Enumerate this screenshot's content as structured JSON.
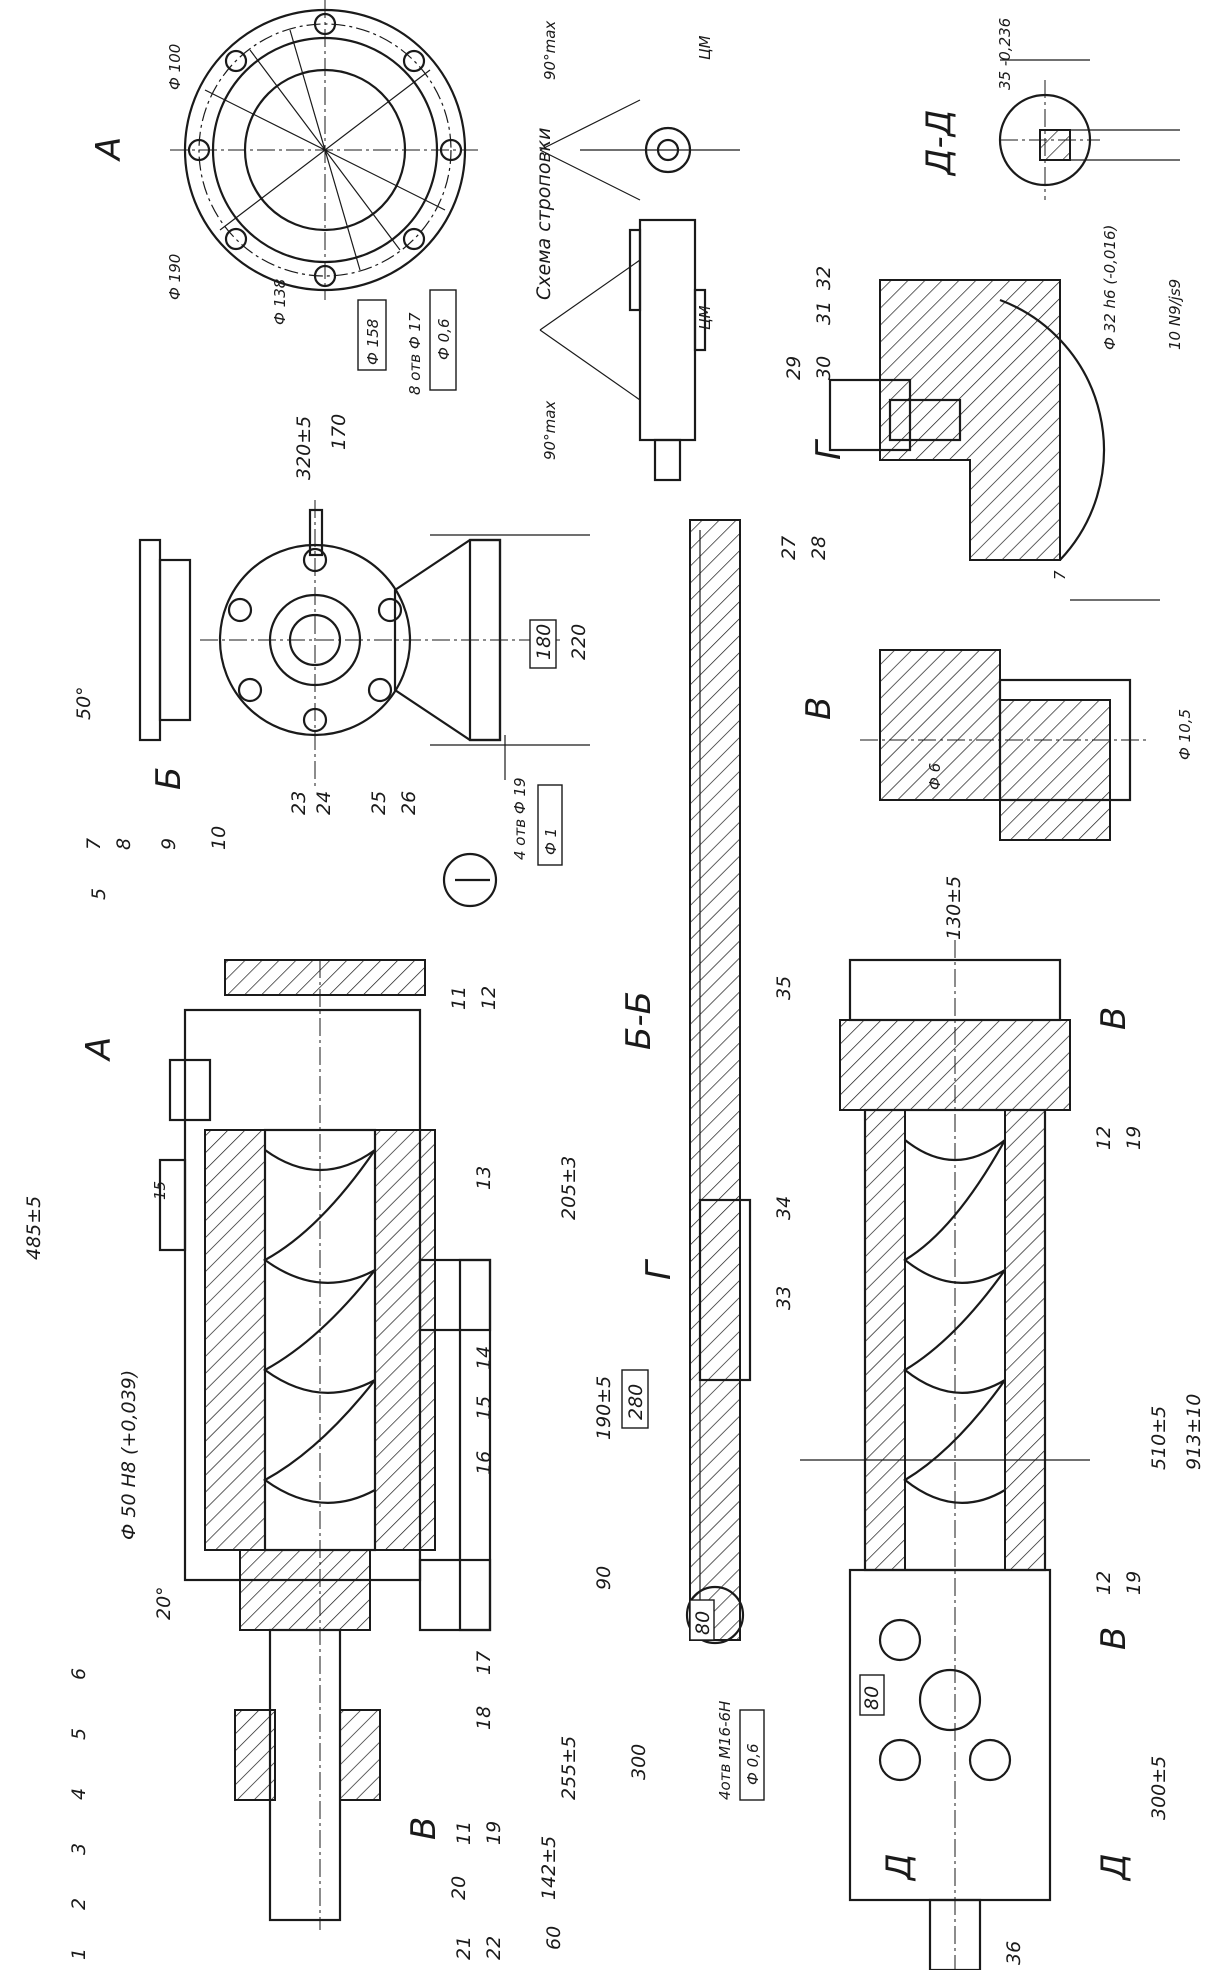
{
  "views": {
    "view_a": "А",
    "section_bb": "Б-Б",
    "section_b_marks": "Б",
    "detail_v": "В",
    "detail_g": "Г",
    "section_dd": "Д-Д",
    "section_d_marks": "Д",
    "sling_scheme": "Схема строповки"
  },
  "sling": {
    "angle_a": "90°max",
    "angle_b": "90°max",
    "cm_a": "ЦМ",
    "cm_b": "ЦМ"
  },
  "flange_dims": {
    "d100": "Ф 100",
    "d190": "Ф 190",
    "d138": "Ф 138",
    "d158": "Ф 158",
    "holes": "8 отв Ф 17",
    "tol": "Ф 0,6"
  },
  "end_view_dims": {
    "d320": "320±5",
    "d170": "170",
    "d180": "180",
    "d220": "220",
    "angle50": "50°",
    "holes19": "4 отв Ф 19",
    "tol19": "Ф 1"
  },
  "key_dims": {
    "d35": "35 -0,236",
    "d32": "Ф 32 h6 (-0,016)",
    "d10": "10 N9/js9"
  },
  "detail_v_dims": {
    "d7": "7",
    "d105": "Ф 10,5",
    "d6": "Ф 6"
  },
  "main_dims": {
    "d485": "485±5",
    "d15": "15",
    "d205": "205±3",
    "d190": "190±5",
    "d280": "280",
    "d90": "90",
    "d300": "300",
    "d255": "255±5",
    "d142": "142±5",
    "d60": "60",
    "d50": "Ф 50 H8 (+0,039)",
    "d20": "20°"
  },
  "lower_dims": {
    "d130": "130±5",
    "d510": "510±5",
    "d913": "913±10",
    "d300": "300±5",
    "d80a": "80",
    "d80b": "80",
    "holes": "4отв М16-6Н",
    "tol": "Ф 0,6"
  },
  "callouts_top": [
    "1",
    "2",
    "3",
    "4",
    "5",
    "6",
    "5",
    "7",
    "8",
    "9",
    "10",
    "11",
    "12",
    "13",
    "14",
    "15",
    "16",
    "17",
    "18",
    "11",
    "19",
    "20",
    "21",
    "22"
  ],
  "callouts_end": [
    "23",
    "24",
    "25",
    "26"
  ],
  "callouts_g": [
    "27",
    "28",
    "29",
    "30",
    "31",
    "32"
  ],
  "callouts_lower": [
    "33",
    "34",
    "35",
    "12",
    "19",
    "12",
    "19",
    "36"
  ]
}
